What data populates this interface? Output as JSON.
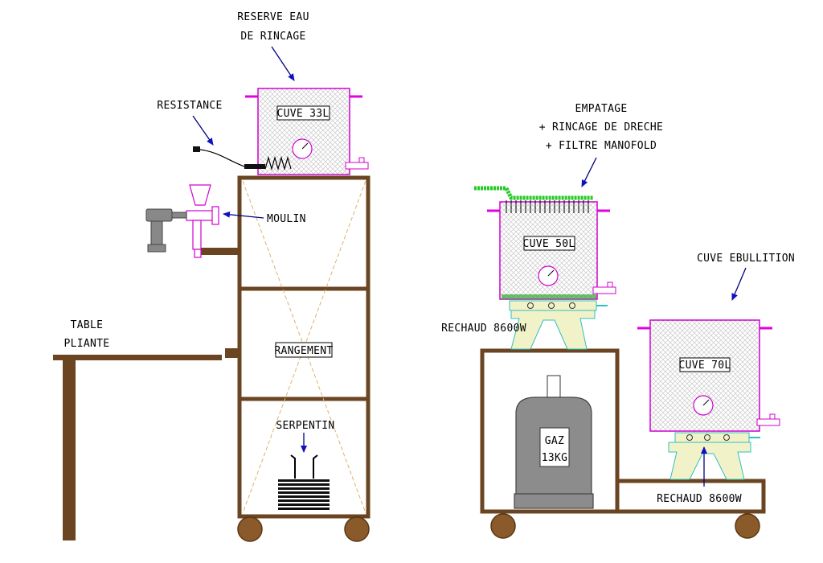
{
  "labels": {
    "reserve_line1": "RESERVE EAU",
    "reserve_line2": "DE RINCAGE",
    "resistance": "RESISTANCE",
    "cuve33": "CUVE 33L",
    "moulin": "MOULIN",
    "table_line1": "TABLE",
    "table_line2": "PLIANTE",
    "rangement": "RANGEMENT",
    "serpentin": "SERPENTIN",
    "empatage_line1": "EMPATAGE",
    "empatage_line2": "+ RINCAGE DE DRECHE",
    "empatage_line3": "+ FILTRE MANOFOLD",
    "cuve50": "CUVE 50L",
    "rechaud_left": "RECHAUD 8600W",
    "cuve_ebullition": "CUVE EBULLITION",
    "cuve70": "CUVE 70L",
    "gaz_line1": "GAZ",
    "gaz_line2": "13KG",
    "rechaud_right": "RECHAUD 8600W"
  },
  "colors": {
    "wood": "#6b4521",
    "tank_outline": "#d000d0",
    "tank_handle": "#e000e0",
    "arrow": "#000080",
    "manifold": "#22cc22",
    "burner_stand": "#f2f2c8",
    "gas_bottle": "#8c8c8c",
    "flame": "#f0a030"
  }
}
